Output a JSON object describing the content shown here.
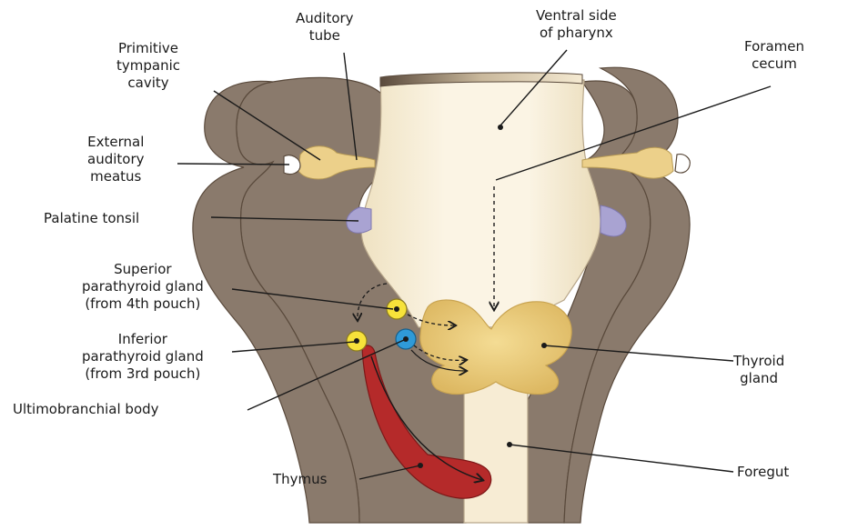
{
  "labels": {
    "auditory_tube": "Auditory\ntube",
    "primitive_tympanic_cavity": "Primitive\ntympanic\ncavity",
    "ventral_side_of_pharynx": "Ventral side\nof pharynx",
    "foramen_cecum": "Foramen\ncecum",
    "external_auditory_meatus": "External\nauditory\nmeatus",
    "palatine_tonsil": "Palatine tonsil",
    "superior_parathyroid_gland": "Superior\nparathyroid gland\n(from 4th pouch)",
    "inferior_parathyroid_gland": "Inferior\nparathyroid gland\n(from 3rd pouch)",
    "ultimobranchial_body": "Ultimobranchial body",
    "thyroid_gland": "Thyroid\ngland",
    "thymus": "Thymus",
    "foregut": "Foregut"
  },
  "colors": {
    "arch_tissue": "#8a7a6c",
    "arch_outline": "#5a4a3c",
    "pharynx_lumen": "#f8efd9",
    "thyroid": "#e9c97a",
    "tonsil": "#a9a3d2",
    "superior_parathyroid": "#f7e23a",
    "inferior_parathyroid": "#f7e23a",
    "ultimobranchial": "#2f9ad8",
    "thymus": "#b52a2a"
  }
}
